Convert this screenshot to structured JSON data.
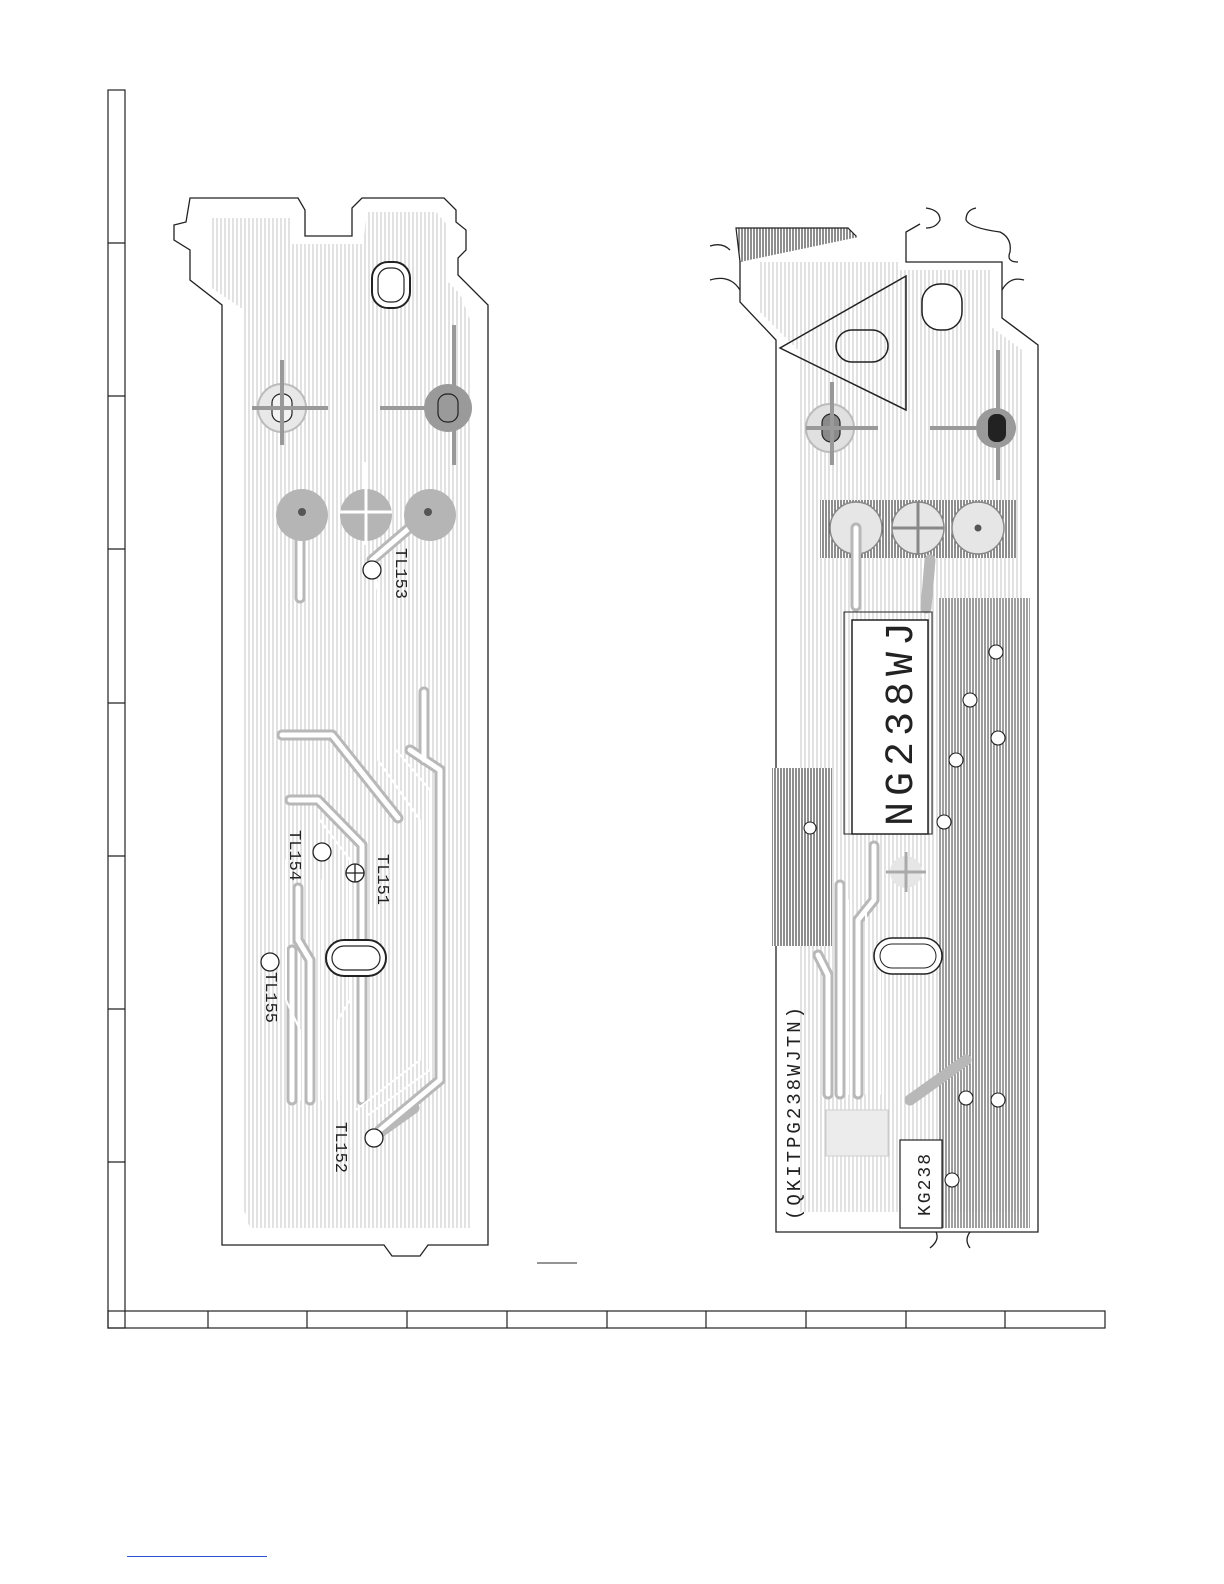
{
  "labels": {
    "tl153": "TL153",
    "tl154": "TL154",
    "tl151": "TL151",
    "tl155": "TL155",
    "tl152": "TL152",
    "part_number": "NG238WJ",
    "board_code": "(QKITPG238WJTN)",
    "small_code": "KG238"
  },
  "colors": {
    "outline": "#222222",
    "copper_fill": "#d9d9d9",
    "trace": "#ffffff",
    "pad": "#9a9a9a",
    "dark_pad": "#333333",
    "hatch_dark": "#555555"
  }
}
